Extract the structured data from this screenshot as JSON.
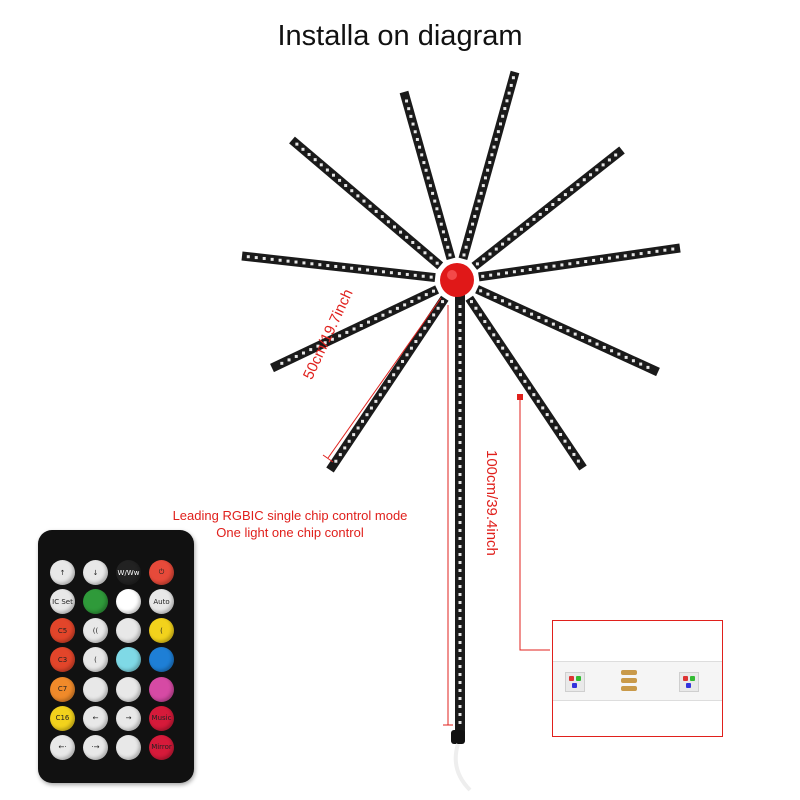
{
  "title": "Installa on diagram",
  "notes": {
    "line1": "Leading RGBIC single chip control mode",
    "line2": "One light one chip control"
  },
  "dimensions": {
    "short": "50cm/19.7inch",
    "long": "100cm/39.4inch"
  },
  "colors": {
    "accent": "#e0201c",
    "hub": "#e01818",
    "strip": "#1a1a1a"
  },
  "remote": {
    "buttons": [
      {
        "label": "↑",
        "color": "#e8e8e8",
        "icon": "brightness-up-icon"
      },
      {
        "label": "↓",
        "color": "#e8e8e8",
        "icon": "brightness-down-icon"
      },
      {
        "label": "W/Ww",
        "color": "#222222",
        "icon": "white-icon"
      },
      {
        "label": "⏻",
        "color": "#e64a3a",
        "icon": "power-icon"
      },
      {
        "label": "IC Set",
        "color": "#e8e8e8",
        "icon": "ic-set-icon"
      },
      {
        "label": "",
        "color": "#2f9a3a",
        "icon": "green-icon"
      },
      {
        "label": "",
        "color": "#ffffff",
        "icon": "white-color-icon"
      },
      {
        "label": "Auto",
        "color": "#e8e8e8",
        "icon": "auto-icon"
      },
      {
        "label": "C5",
        "color": "#e2452a",
        "icon": "c5-icon"
      },
      {
        "label": "((",
        "color": "#e8e8e8",
        "icon": "speed-down-icon"
      },
      {
        "label": "",
        "color": "#e8e8e8",
        "icon": "blank-icon"
      },
      {
        "label": "(",
        "color": "#f2d21c",
        "icon": "yellow-icon"
      },
      {
        "label": "C3",
        "color": "#e2452a",
        "icon": "c3-icon"
      },
      {
        "label": "(",
        "color": "#e8e8e8",
        "icon": "mode-icon"
      },
      {
        "label": "",
        "color": "#7fd9e6",
        "icon": "cyan-icon"
      },
      {
        "label": "",
        "color": "#1e7fd6",
        "icon": "blue-icon"
      },
      {
        "label": "C7",
        "color": "#f08a2a",
        "icon": "c7-icon"
      },
      {
        "label": "",
        "color": "#e8e8e8",
        "icon": "blank2-icon"
      },
      {
        "label": "",
        "color": "#e8e8e8",
        "icon": "blank3-icon"
      },
      {
        "label": "",
        "color": "#d64aa4",
        "icon": "magenta-icon"
      },
      {
        "label": "C16",
        "color": "#f2d21c",
        "icon": "c16-icon"
      },
      {
        "label": "←",
        "color": "#e8e8e8",
        "icon": "left-icon"
      },
      {
        "label": "→",
        "color": "#e8e8e8",
        "icon": "right-icon"
      },
      {
        "label": "Music",
        "color": "#d61a3a",
        "icon": "music-icon"
      },
      {
        "label": "←·",
        "color": "#e8e8e8",
        "icon": "prev-icon"
      },
      {
        "label": "·→",
        "color": "#e8e8e8",
        "icon": "next-icon"
      },
      {
        "label": "",
        "color": "#e8e8e8",
        "icon": "blank4-icon"
      },
      {
        "label": "Mirror",
        "color": "#d61a3a",
        "icon": "mirror-icon"
      }
    ]
  }
}
